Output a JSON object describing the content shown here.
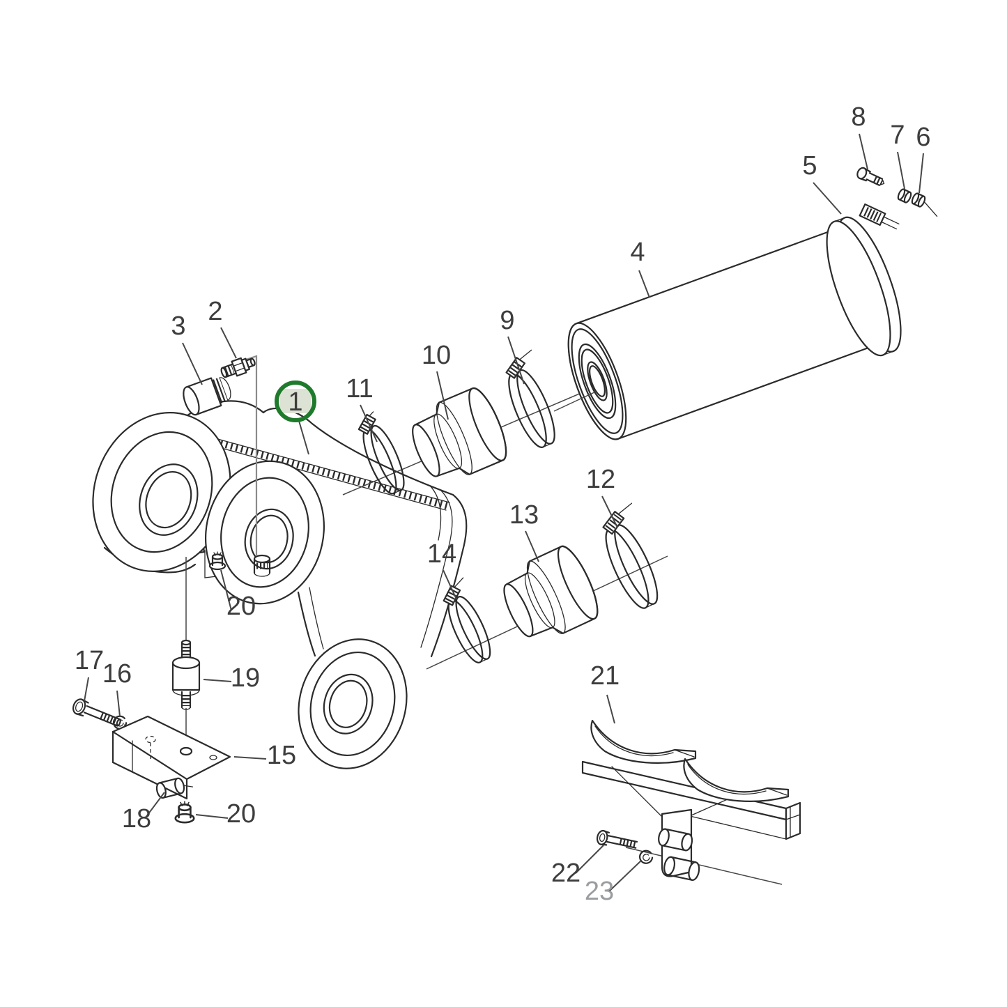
{
  "diagram": {
    "type": "exploded-parts-diagram",
    "description": "Exhaust silencer / muffler installation exploded view with numbered part callouts",
    "highlighted_part": "1",
    "colors": {
      "background": "#ffffff",
      "line": "#2b2b2b",
      "thin_line": "#474747",
      "label": "#3d3d3d",
      "muted_label": "#9a9da0",
      "accent_ring": "#1f7b2c",
      "accent_fill": "#dde3d4",
      "guide_line": "#8a8a8a"
    },
    "labels": {
      "p1": "1",
      "p2": "2",
      "p3": "3",
      "p4": "4",
      "p5": "5",
      "p6": "6",
      "p7": "7",
      "p8": "8",
      "p9": "9",
      "p10": "10",
      "p11": "11",
      "p12": "12",
      "p13": "13",
      "p14": "14",
      "p15": "15",
      "p16": "16",
      "p17": "17",
      "p18": "18",
      "p19": "19",
      "p20a": "20",
      "p20b": "20",
      "p21": "21",
      "p22": "22",
      "p23": "23"
    },
    "parts": {
      "1": "exhaust-housing",
      "2": "fitting",
      "3": "plug",
      "4": "muffler-cylinder",
      "5": "v-band-clamp",
      "6": "nut",
      "7": "nut",
      "8": "bolt",
      "9": "hose-clamp",
      "10": "hose-connector",
      "11": "hose-clamp",
      "12": "hose-clamp",
      "13": "hose-connector",
      "14": "hose-clamp",
      "15": "bracket-plate",
      "16": "washer",
      "17": "bolt",
      "18": "spacer",
      "19": "rubber-mount",
      "20": "flange-nut",
      "21": "saddle-bracket",
      "22": "bolt",
      "23": "spring-washer"
    }
  }
}
